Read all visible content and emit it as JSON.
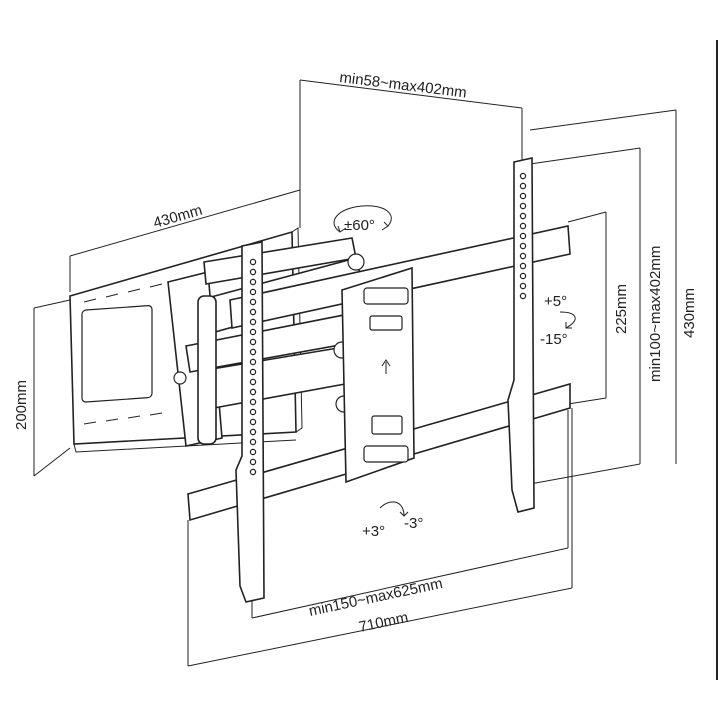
{
  "colors": {
    "ink": "#222222",
    "background": "#ffffff"
  },
  "dimensions": {
    "arm_extension": "min58~max402mm",
    "wall_plate_width": "430mm",
    "wall_plate_height": "200mm",
    "vesa_horizontal": "min150~max625mm",
    "overall_width": "710mm",
    "tilt_range_height": "225mm",
    "vesa_vertical": "min100~max402mm",
    "overall_height": "430mm"
  },
  "angles": {
    "swivel": "±60°",
    "tilt_up": "+5°",
    "tilt_down": "-15°",
    "rotate_plus": "+3°",
    "rotate_minus": "-3°"
  }
}
